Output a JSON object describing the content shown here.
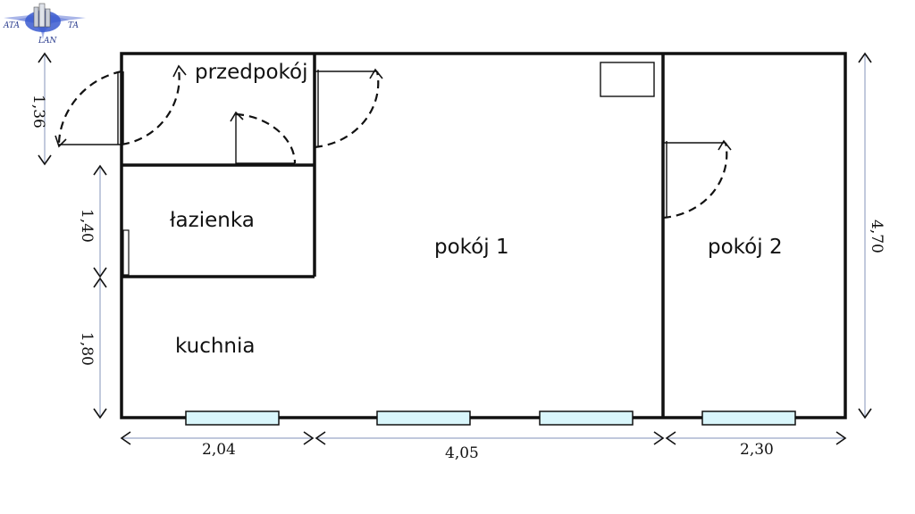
{
  "logo": {
    "text_left": "ATA",
    "text_right": "TA",
    "text_bottom": "LAN",
    "colors": {
      "primary": "#2c3e8f",
      "accent": "#7a8fe0"
    }
  },
  "rooms": {
    "przedpokoj": "przedpokój",
    "lazienka": "łazienka",
    "kuchnia": "kuchnia",
    "pokoj1": "pokój 1",
    "pokoj2": "pokój 2"
  },
  "dimensions": {
    "left_top": "1,36",
    "left_middle": "1,40",
    "left_bottom": "1,80",
    "right": "4,70",
    "bottom_left": "2,04",
    "bottom_middle": "4,05",
    "bottom_right": "2,30"
  },
  "colors": {
    "wall": "#111111",
    "window_fill": "#d9f6fb",
    "dimension_line": "#9aa6c6"
  }
}
